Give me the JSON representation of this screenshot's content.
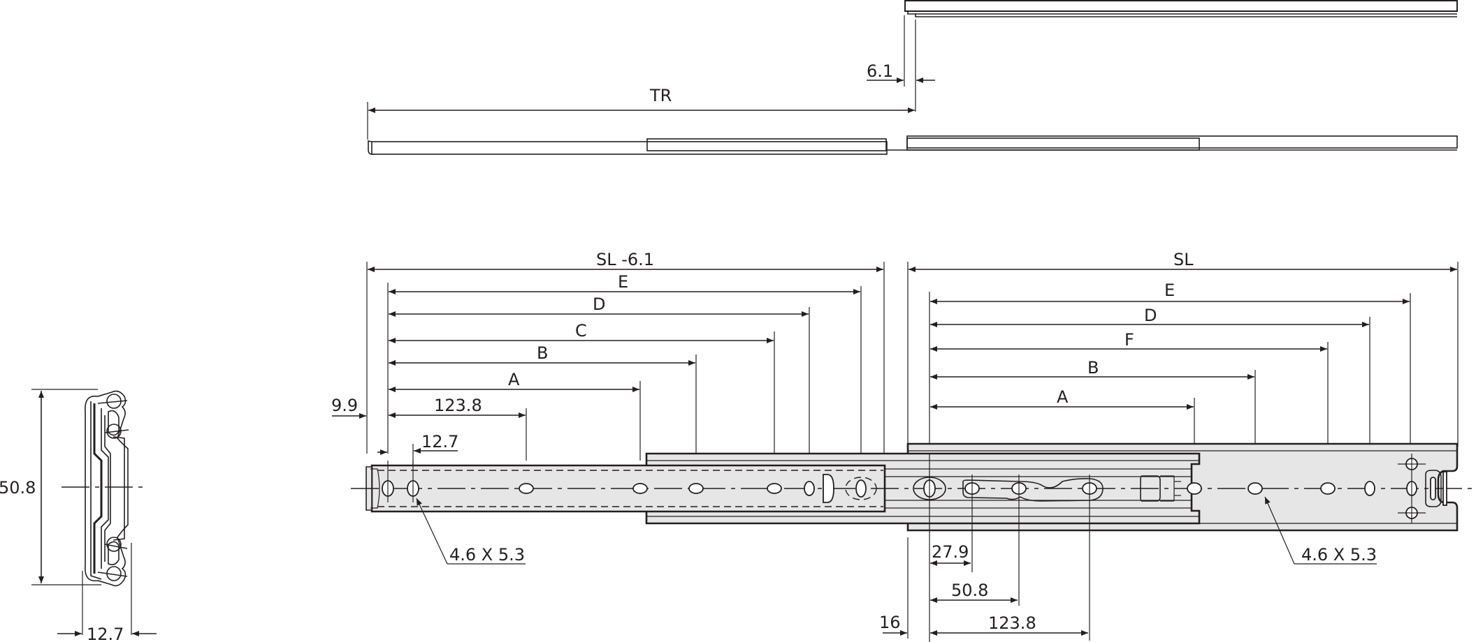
{
  "drawing": {
    "subject": "ball-bearing drawer slide technical drawing",
    "cross_section": {
      "height_label": "50.8",
      "width_label": "12.7"
    },
    "top_view": {
      "travel_label": "TR",
      "offset_label": "6.1"
    },
    "drawer_member": {
      "overall_label": "SL  -6.1",
      "dims": [
        "E",
        "D",
        "C",
        "B",
        "A"
      ],
      "first_hole_label": "123.8",
      "front_offset_label": "9.9",
      "pitch_label": "12.7",
      "hole_label": "4.6 X 5.3"
    },
    "cabinet_member": {
      "overall_label": "SL",
      "dims": [
        "E",
        "D",
        "F",
        "B",
        "A"
      ],
      "front_offset_label": "16",
      "bottom_dims": [
        "27.9",
        "50.8",
        "123.8"
      ],
      "hole_label": "4.6 X 5.3"
    }
  },
  "colors": {
    "line": "#231f20",
    "part_fill": "#e6e6e6",
    "background": "#ffffff"
  }
}
